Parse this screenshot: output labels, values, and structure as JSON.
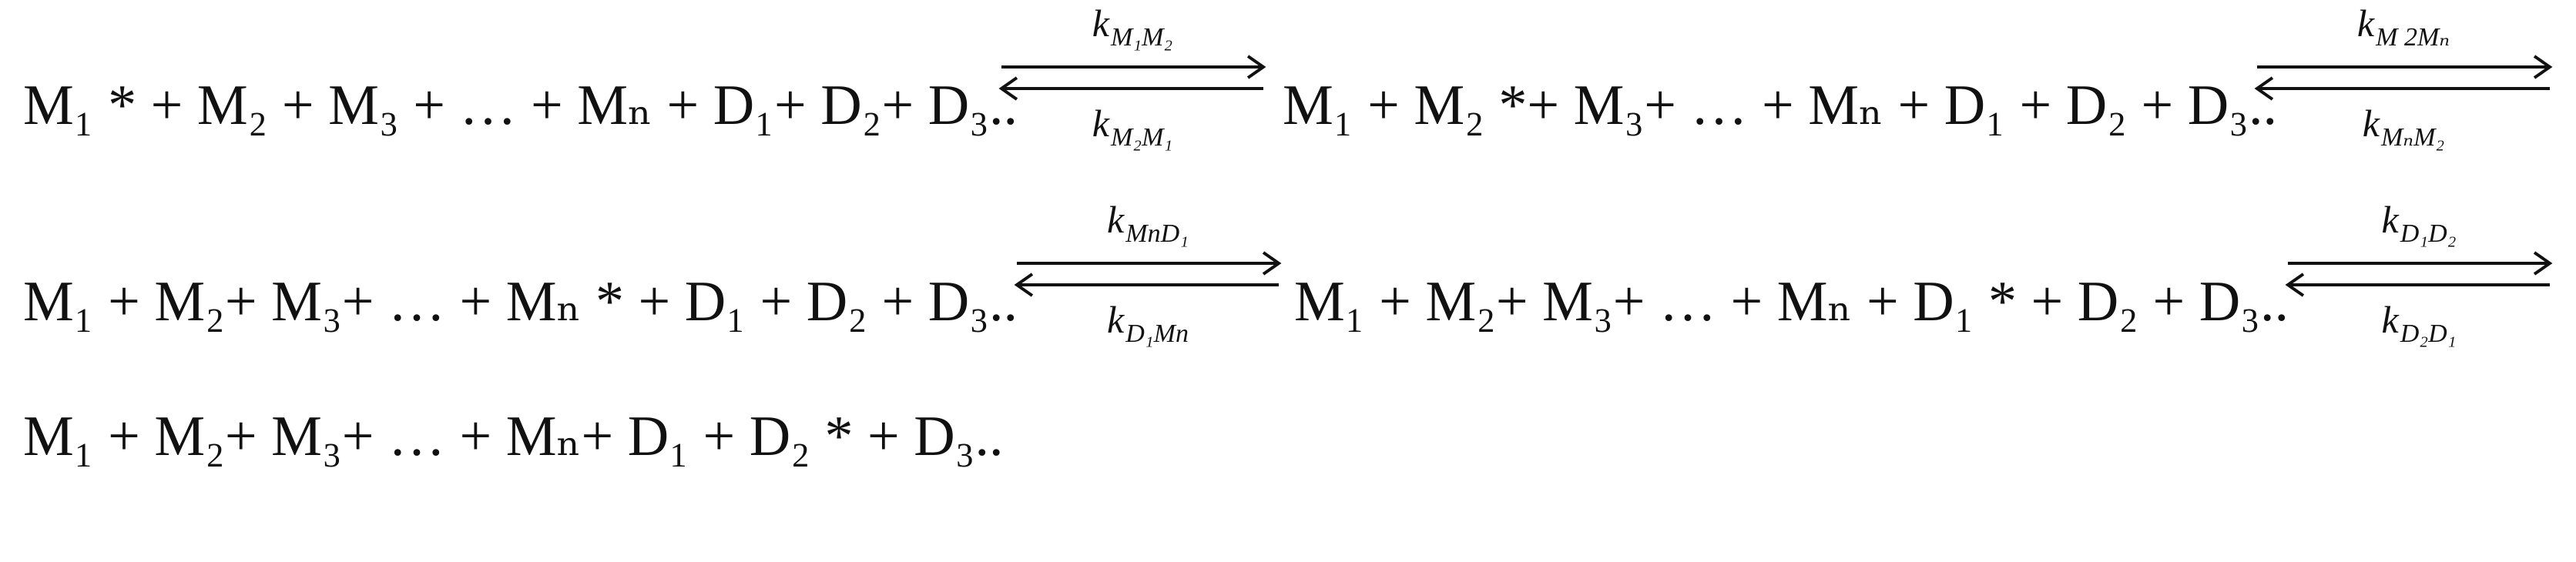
{
  "lines": [
    {
      "left": "M₁ * + M₂ + M₃ + … + Mₙ + D₁+ D₂+ D₃..",
      "forward_rate": {
        "symbol": "k",
        "subscript": "M₁M₂"
      },
      "reverse_rate": {
        "symbol": "k",
        "subscript": "M₂M₁"
      },
      "middle": "M₁ + M₂ *+ M₃+ … + Mₙ + D₁ + D₂ + D₃..",
      "forward_rate_2": {
        "symbol": "k",
        "subscript": "M 2Mₙ"
      },
      "reverse_rate_2": {
        "symbol": "k",
        "subscript": "MₙM₂"
      }
    },
    {
      "left": "M₁ + M₂+ M₃+ … + Mₙ * + D₁ + D₂ + D₃..",
      "forward_rate": {
        "symbol": "k",
        "subscript": "MnD₁"
      },
      "reverse_rate": {
        "symbol": "k",
        "subscript": "D₁Mn"
      },
      "middle": "M₁ + M₂+ M₃+ … + Mₙ + D₁ * + D₂ + D₃..",
      "forward_rate_2": {
        "symbol": "k",
        "subscript": "D₁D₂"
      },
      "reverse_rate_2": {
        "symbol": "k",
        "subscript": "D₂D₁"
      }
    },
    {
      "left": "M₁ + M₂+ M₃+ … + Mₙ+ D₁ + D₂ * + D₃.."
    }
  ]
}
